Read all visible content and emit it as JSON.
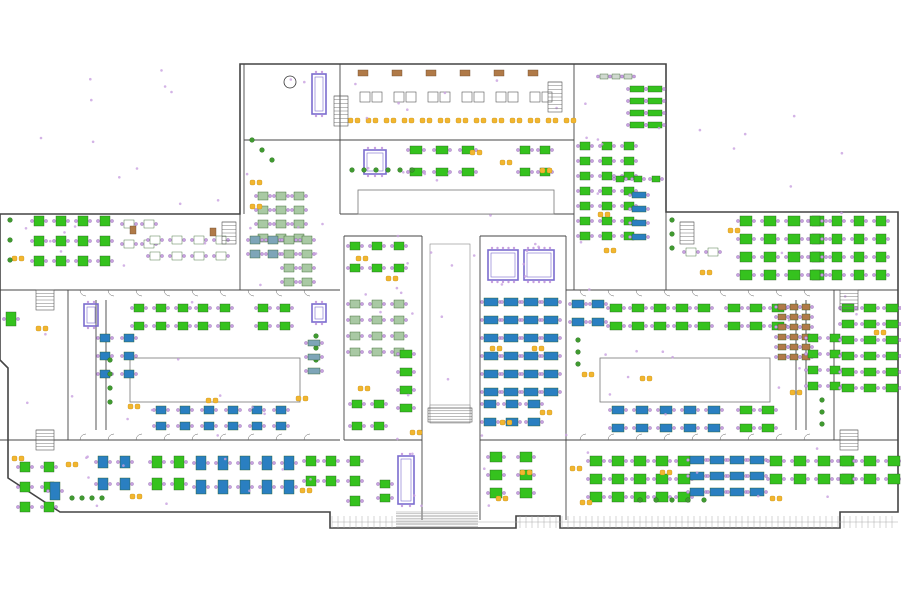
{
  "legend_colors": {
    "workstation_open": "#35c21e",
    "workstation_team": "#2a7fc1",
    "workstation_shared": "#a9c9a4",
    "workstation_flex": "#7ea5b8",
    "meeting_table": "#7b6ccf",
    "lounge_seat": "#f2b630",
    "storage_unit": "#b07a48",
    "plant": "#3f9a2f",
    "task_chair": "#c8a0e0",
    "wall": "#444444"
  },
  "zones": [
    {
      "id": "north-wing",
      "type": "open-office"
    },
    {
      "id": "north-core",
      "type": "meeting"
    },
    {
      "id": "west-wing",
      "type": "open-office"
    },
    {
      "id": "west-courtyard-ring",
      "type": "open-office"
    },
    {
      "id": "central-spine-west",
      "type": "shared"
    },
    {
      "id": "central-spine-east",
      "type": "team"
    },
    {
      "id": "east-block-north",
      "type": "open-office"
    },
    {
      "id": "east-wing",
      "type": "open-office"
    },
    {
      "id": "east-courtyard-ring",
      "type": "open-office"
    },
    {
      "id": "south-entrance",
      "type": "circulation"
    }
  ]
}
